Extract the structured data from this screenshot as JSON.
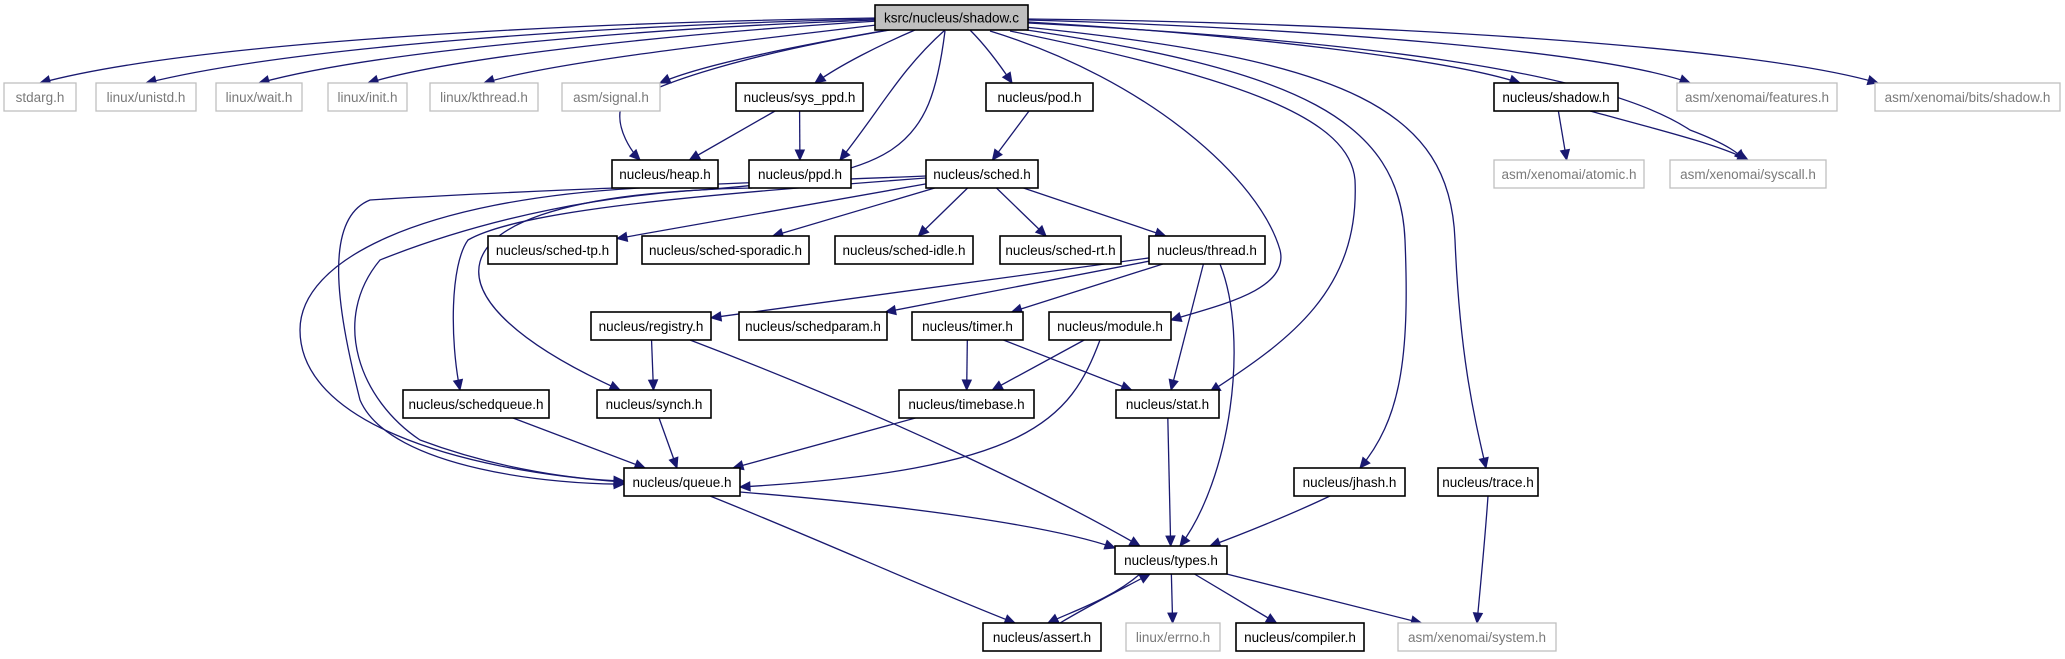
{
  "diagram": {
    "nodes": [
      {
        "id": "shadow_c",
        "label": "ksrc/nucleus/shadow.c",
        "style": "root"
      },
      {
        "id": "stdarg",
        "label": "stdarg.h",
        "style": "gray"
      },
      {
        "id": "unistd",
        "label": "linux/unistd.h",
        "style": "gray"
      },
      {
        "id": "wait",
        "label": "linux/wait.h",
        "style": "gray"
      },
      {
        "id": "init",
        "label": "linux/init.h",
        "style": "gray"
      },
      {
        "id": "kthread",
        "label": "linux/kthread.h",
        "style": "gray"
      },
      {
        "id": "signal",
        "label": "asm/signal.h",
        "style": "gray"
      },
      {
        "id": "sys_ppd",
        "label": "nucleus/sys_ppd.h",
        "style": "black"
      },
      {
        "id": "pod",
        "label": "nucleus/pod.h",
        "style": "black"
      },
      {
        "id": "shadow_h",
        "label": "nucleus/shadow.h",
        "style": "black"
      },
      {
        "id": "features",
        "label": "asm/xenomai/features.h",
        "style": "gray"
      },
      {
        "id": "bits_shadow",
        "label": "asm/xenomai/bits/shadow.h",
        "style": "gray"
      },
      {
        "id": "heap",
        "label": "nucleus/heap.h",
        "style": "black"
      },
      {
        "id": "ppd",
        "label": "nucleus/ppd.h",
        "style": "black"
      },
      {
        "id": "sched",
        "label": "nucleus/sched.h",
        "style": "black"
      },
      {
        "id": "atomic",
        "label": "asm/xenomai/atomic.h",
        "style": "gray"
      },
      {
        "id": "syscall",
        "label": "asm/xenomai/syscall.h",
        "style": "gray"
      },
      {
        "id": "sched_tp",
        "label": "nucleus/sched-tp.h",
        "style": "black"
      },
      {
        "id": "sched_sporadic",
        "label": "nucleus/sched-sporadic.h",
        "style": "black"
      },
      {
        "id": "sched_idle",
        "label": "nucleus/sched-idle.h",
        "style": "black"
      },
      {
        "id": "sched_rt",
        "label": "nucleus/sched-rt.h",
        "style": "black"
      },
      {
        "id": "thread",
        "label": "nucleus/thread.h",
        "style": "black"
      },
      {
        "id": "registry",
        "label": "nucleus/registry.h",
        "style": "black"
      },
      {
        "id": "schedparam",
        "label": "nucleus/schedparam.h",
        "style": "black"
      },
      {
        "id": "timer",
        "label": "nucleus/timer.h",
        "style": "black"
      },
      {
        "id": "module",
        "label": "nucleus/module.h",
        "style": "black"
      },
      {
        "id": "schedqueue",
        "label": "nucleus/schedqueue.h",
        "style": "black"
      },
      {
        "id": "synch",
        "label": "nucleus/synch.h",
        "style": "black"
      },
      {
        "id": "timebase",
        "label": "nucleus/timebase.h",
        "style": "black"
      },
      {
        "id": "stat",
        "label": "nucleus/stat.h",
        "style": "black"
      },
      {
        "id": "queue",
        "label": "nucleus/queue.h",
        "style": "black"
      },
      {
        "id": "jhash",
        "label": "nucleus/jhash.h",
        "style": "black"
      },
      {
        "id": "trace",
        "label": "nucleus/trace.h",
        "style": "black"
      },
      {
        "id": "types",
        "label": "nucleus/types.h",
        "style": "black"
      },
      {
        "id": "assert",
        "label": "nucleus/assert.h",
        "style": "black"
      },
      {
        "id": "errno",
        "label": "linux/errno.h",
        "style": "gray"
      },
      {
        "id": "compiler",
        "label": "nucleus/compiler.h",
        "style": "black"
      },
      {
        "id": "system",
        "label": "asm/xenomai/system.h",
        "style": "gray"
      }
    ],
    "edges": [
      [
        "shadow_c",
        "stdarg"
      ],
      [
        "shadow_c",
        "unistd"
      ],
      [
        "shadow_c",
        "wait"
      ],
      [
        "shadow_c",
        "init"
      ],
      [
        "shadow_c",
        "kthread"
      ],
      [
        "shadow_c",
        "signal"
      ],
      [
        "shadow_c",
        "sys_ppd"
      ],
      [
        "shadow_c",
        "pod"
      ],
      [
        "shadow_c",
        "shadow_h"
      ],
      [
        "shadow_c",
        "features"
      ],
      [
        "shadow_c",
        "bits_shadow"
      ],
      [
        "shadow_c",
        "heap"
      ],
      [
        "shadow_c",
        "ppd"
      ],
      [
        "shadow_c",
        "syscall"
      ],
      [
        "shadow_c",
        "synch"
      ],
      [
        "shadow_c",
        "module"
      ],
      [
        "shadow_c",
        "stat"
      ],
      [
        "shadow_c",
        "jhash"
      ],
      [
        "shadow_c",
        "trace"
      ],
      [
        "sys_ppd",
        "heap"
      ],
      [
        "sys_ppd",
        "ppd"
      ],
      [
        "pod",
        "sched"
      ],
      [
        "shadow_h",
        "atomic"
      ],
      [
        "shadow_h",
        "syscall"
      ],
      [
        "heap",
        "queue"
      ],
      [
        "ppd",
        "queue"
      ],
      [
        "sched",
        "sched_tp"
      ],
      [
        "sched",
        "sched_sporadic"
      ],
      [
        "sched",
        "sched_idle"
      ],
      [
        "sched",
        "sched_rt"
      ],
      [
        "sched",
        "thread"
      ],
      [
        "sched",
        "schedqueue"
      ],
      [
        "sched",
        "queue"
      ],
      [
        "thread",
        "registry"
      ],
      [
        "thread",
        "schedparam"
      ],
      [
        "thread",
        "timer"
      ],
      [
        "thread",
        "stat"
      ],
      [
        "thread",
        "types"
      ],
      [
        "registry",
        "synch"
      ],
      [
        "registry",
        "types"
      ],
      [
        "timer",
        "timebase"
      ],
      [
        "timer",
        "stat"
      ],
      [
        "module",
        "timebase"
      ],
      [
        "module",
        "queue"
      ],
      [
        "schedqueue",
        "queue"
      ],
      [
        "synch",
        "queue"
      ],
      [
        "timebase",
        "queue"
      ],
      [
        "stat",
        "types"
      ],
      [
        "queue",
        "types"
      ],
      [
        "queue",
        "assert"
      ],
      [
        "jhash",
        "types"
      ],
      [
        "trace",
        "system"
      ],
      [
        "types",
        "assert"
      ],
      [
        "types",
        "errno"
      ],
      [
        "types",
        "compiler"
      ],
      [
        "types",
        "system"
      ],
      [
        "assert",
        "types"
      ]
    ]
  }
}
